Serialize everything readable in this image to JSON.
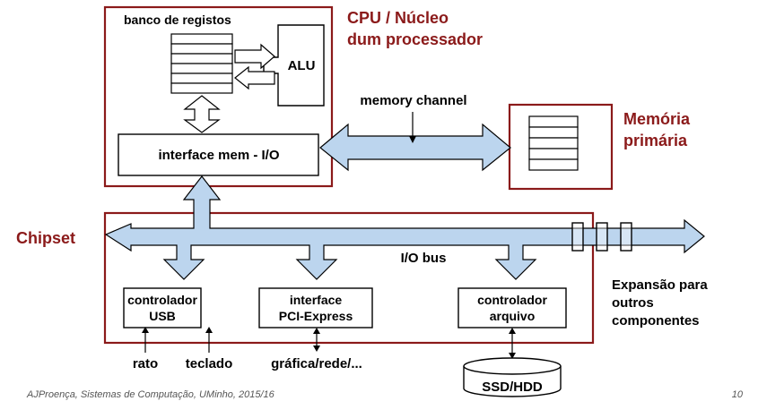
{
  "cpu": {
    "title_line1": "CPU / Núcleo",
    "title_line2": "dum processador",
    "register_bank": "banco de registos",
    "alu": "ALU",
    "interface": "interface mem - I/O"
  },
  "memory": {
    "channel": "memory channel",
    "title_line1": "Memória",
    "title_line2": "primária"
  },
  "chipset": {
    "label": "Chipset",
    "io_bus": "I/O bus",
    "expansion_line1": "Expansão para",
    "expansion_line2": "outros",
    "expansion_line3": "componentes"
  },
  "controllers": {
    "usb_line1": "controlador",
    "usb_line2": "USB",
    "pcie_line1": "interface",
    "pcie_line2": "PCI-Express",
    "storage_line1": "controlador",
    "storage_line2": "arquivo"
  },
  "devices": {
    "mouse": "rato",
    "keyboard": "teclado",
    "graphics": "gráfica/rede/...",
    "storage": "SSD/HDD"
  },
  "footer": {
    "credit": "AJProença, Sistemas de Computação, UMinho, 2015/16",
    "page": "10"
  }
}
